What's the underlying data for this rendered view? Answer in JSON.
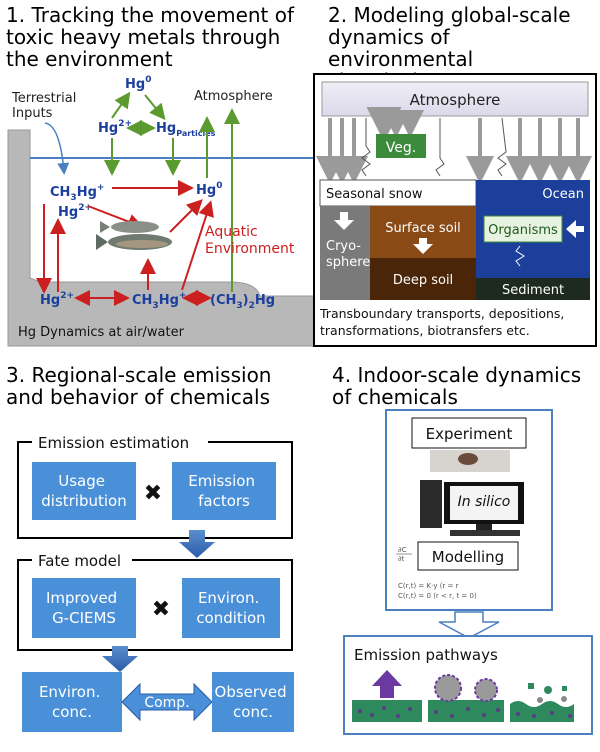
{
  "panel1": {
    "heading": [
      "1. Tracking the movement of",
      "toxic heavy metals through",
      "the environment"
    ],
    "terrestrial_inputs": [
      "Terrestrial",
      "Inputs"
    ],
    "atmosphere": "Atmosphere",
    "hg0_top": "Hg",
    "hg0_top_sup": "0",
    "hg2_top": "Hg",
    "hg2_top_sup": "2+",
    "hg_particles": "Hg",
    "hg_particles_sub": "Particles",
    "ch3hg": "CH",
    "ch3hg_sub": "3",
    "ch3hg_tail": "Hg",
    "ch3hg_sup": "+",
    "hg2_mid": "Hg",
    "hg2_mid_sup": "2+",
    "hg0_mid": "Hg",
    "hg0_mid_sup": "0",
    "aquatic": [
      "Aquatic",
      "Environment"
    ],
    "hg2_bottom": "Hg",
    "hg2_bottom_sup": "2+",
    "ch3hg_bottom": "CH",
    "ch3hg_bottom_sub": "3",
    "ch3hg_bottom_tail": "Hg",
    "ch3hg_bottom_sup": "+",
    "dimethyl_open": "(CH",
    "dimethyl_sub1": "3",
    "dimethyl_close": ")",
    "dimethyl_sub2": "2",
    "dimethyl_tail": "Hg",
    "caption": "Hg Dynamics at air/water"
  },
  "panel2": {
    "heading": [
      "2. Modeling global-scale",
      "dynamics of environmental",
      "chemicals"
    ],
    "atmosphere": "Atmosphere",
    "veg": "Veg.",
    "seasonal_snow": "Seasonal snow",
    "ocean": "Ocean",
    "cryosphere": [
      "Cryo-",
      "sphere"
    ],
    "surface_soil": "Surface soil",
    "organisms": "Organisms",
    "deep_soil": "Deep soil",
    "sediment": "Sediment",
    "caption": [
      "Transboundary transports, depositions,",
      "transformations, biotransfers etc."
    ]
  },
  "panel3": {
    "heading": [
      "3. Regional-scale emission",
      "and behavior of chemicals"
    ],
    "emission_estimation": "Emission estimation",
    "usage_distribution": [
      "Usage",
      "distribution"
    ],
    "emission_factors": [
      "Emission",
      "factors"
    ],
    "fate_model": "Fate model",
    "improved": [
      "Improved",
      "G-CIEMS"
    ],
    "environ_condition": [
      "Environ.",
      "condition"
    ],
    "environ_conc": [
      "Environ.",
      "conc."
    ],
    "comp": "Comp.",
    "observed_conc": [
      "Observed",
      "conc."
    ],
    "times": "✖"
  },
  "panel4": {
    "heading": [
      "4. Indoor-scale dynamics",
      "of chemicals"
    ],
    "experiment": "Experiment",
    "in_silico": "In silico",
    "modelling": "Modelling",
    "emission_pathways": "Emission pathways"
  },
  "colors": {
    "hg_blue": "#1c3f9e",
    "red_arrow": "#cc1f1f",
    "green_arrow": "#5a9a2e",
    "water_line": "#4a7fc0",
    "box_blue": "#4a90d9",
    "brown_soil": "#8a4a16",
    "deep_soil": "#4a2508",
    "ocean_blue": "#1b3f9a",
    "veg_green": "#3c8a3c"
  }
}
